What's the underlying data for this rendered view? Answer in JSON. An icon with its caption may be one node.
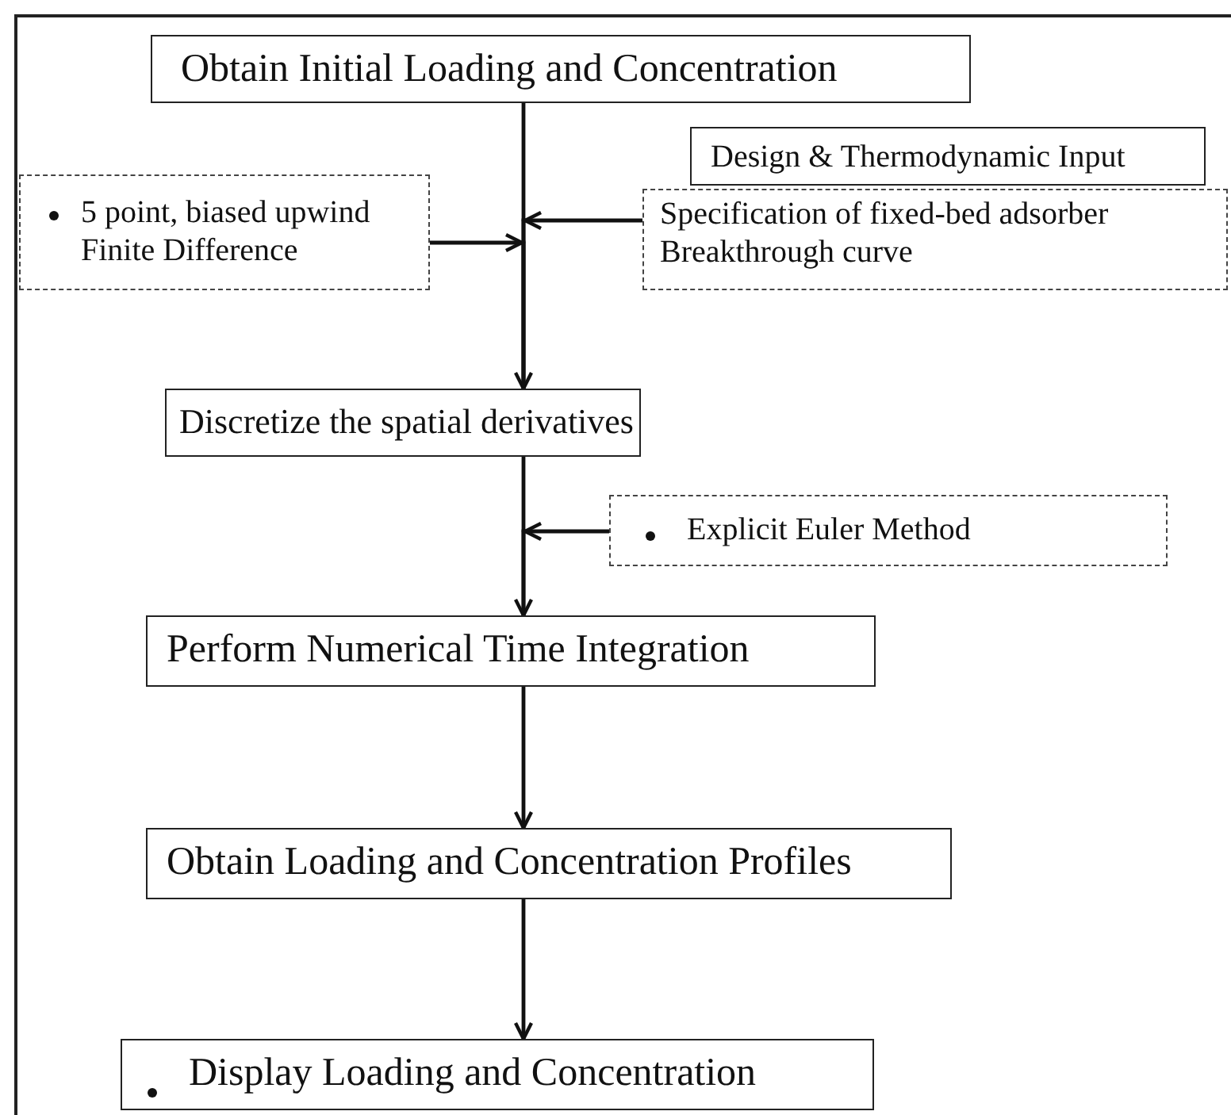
{
  "diagram": {
    "nodes": [
      {
        "text": [
          "Obtain Initial Loading and Concentration"
        ]
      },
      {
        "text": [
          "5 point, biased upwind Finite Difference"
        ]
      },
      {
        "text": [
          "Design & Thermodynamic Input"
        ]
      },
      {
        "text": [
          "Specification of fixed-bed adsorber Breakthrough curve"
        ]
      },
      {
        "text": [
          "Discretize the spatial derivatives"
        ]
      },
      {
        "text": [
          "Explicit Euler Method"
        ]
      },
      {
        "text": [
          "Perform Numerical Time Integration"
        ]
      },
      {
        "text": [
          "Obtain Loading and Concentration Profiles"
        ]
      },
      {
        "text": [
          "Display Loading and Concentration"
        ]
      }
    ],
    "edges": [
      {
        "from": 0,
        "to": 4,
        "arrow": "to"
      },
      {
        "from": 1,
        "to": 4,
        "arrow": "to"
      },
      {
        "from": 3,
        "to": 4,
        "arrow": "to"
      },
      {
        "from": 4,
        "to": 6,
        "arrow": "to"
      },
      {
        "from": 5,
        "to": 6,
        "arrow": "to"
      },
      {
        "from": 6,
        "to": 7,
        "arrow": "to"
      },
      {
        "from": 7,
        "to": 8,
        "arrow": "to"
      }
    ]
  }
}
